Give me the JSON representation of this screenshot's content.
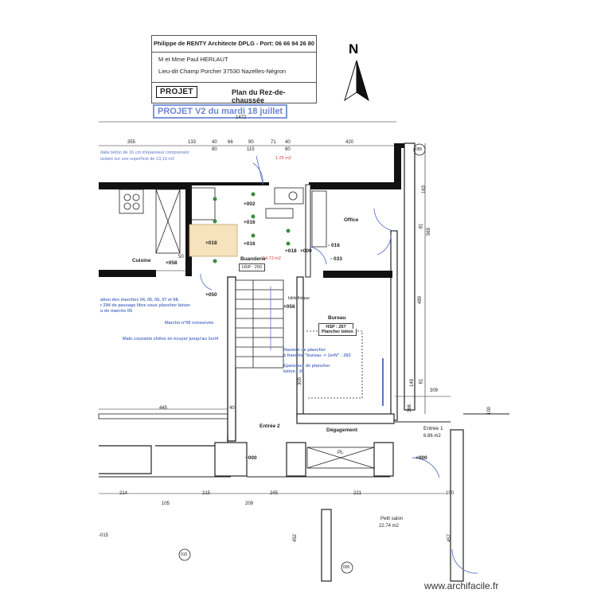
{
  "title_block": {
    "architect": "Philippe de RENTY Architecte DPLG - Port: 06 66 94 26 80",
    "client": "M et Mme Paul HERLAUT",
    "address": "Lieu-dit Champ Porcher   37530 Nazelles-Négron",
    "status": "PROJET",
    "plan_name": "Plan du Rez-de-chaussée"
  },
  "version_label": "PROJET V2 du mardi 18 juillet",
  "north": "N",
  "rooms": {
    "buanderie": "Buanderie",
    "buanderie_area": "14.73 m2",
    "wc_area": "1.25 m2",
    "office": "Office",
    "cuisine": "Cuisine",
    "bureau": "Bureau",
    "entree2": "Entrée 2",
    "degagement": "Dégagement",
    "entree1": "Entrée 1",
    "entree1_area": "6.86 m2",
    "petit_salon": "Petit salon",
    "petit_salon_area": "22.74 m2"
  },
  "notes": {
    "beton_1": "dalle béton de 16 cm d'épaisseur comprenant",
    "beton_2": "isolant sur une superficie de 13,13 m2",
    "marches_1": "ation des marches 04, 05, 06, 07 et 08.",
    "marches_2": "r 294 de passage libre sous plancher béton",
    "marches_3": "u de marche 05",
    "marche_09": "Marche n°09 conservée",
    "main_courante": "Main courante chêne en écuyer jusqu'au 1er/4",
    "hsp_buanderie": "HSP : 250",
    "hsp_bureau_1": "HSP : 257",
    "hsp_bureau_2": "Plancher béton",
    "hauteur_1": "Hauteur de plancher",
    "hauteur_2": "à franchir \"bureau -> 1erN\" : 283",
    "epaisseur_1": "Epaisseur de plancher",
    "epaisseur_2": "béton : 26",
    "bibliotheque": "bibliothèque",
    "pl": "PL"
  },
  "levels": {
    "l_002": "+002",
    "l_016a": "+016",
    "l_016b": "+016",
    "l_018a": "+018",
    "l_018b": "+018",
    "l_000a": "+000",
    "l_000b": "+000",
    "l_000c": "+000",
    "l_058": "+058",
    "l_050": "+050",
    "l_056": "+056",
    "l_m016": "- 016",
    "l_m033": "- 033",
    "l_m015": "-015"
  },
  "dims": {
    "total": "1472",
    "t355": "355",
    "t133": "133",
    "t40a": "40",
    "t80a": "80",
    "t66": "66",
    "t90": "90",
    "t115": "115",
    "t71": "71",
    "t40b": "40",
    "t80b": "80",
    "t420": "420",
    "r163": "163",
    "r81": "81",
    "r565": "565",
    "r489": "489",
    "r149": "149",
    "r61": "61",
    "r309": "309",
    "r366": "366",
    "r100": "100",
    "b214": "214",
    "b105": "105",
    "b215": "215",
    "b209": "209",
    "b245": "245",
    "b221": "221",
    "b100": "100",
    "m445": "445",
    "m40": "40",
    "m50": "50",
    "m452": "452",
    "m457": "457",
    "m305": "305",
    "tag_085": "085",
    "tag_015": "015",
    "tag_000": "000"
  },
  "watermark": "www.archifacile.fr"
}
